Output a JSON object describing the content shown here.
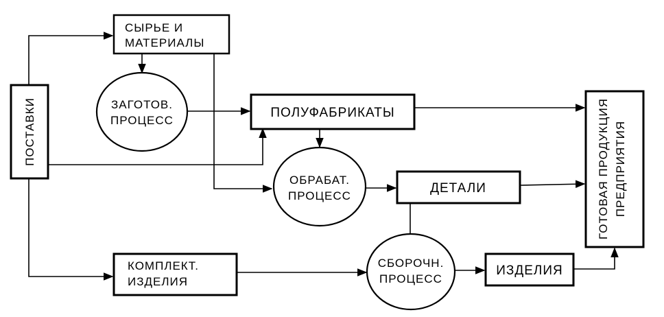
{
  "nodes": {
    "raw": {
      "line1": "СЫРЬЕ И",
      "line2": "МАТЕРИАЛЫ"
    },
    "supplies": {
      "label": "ПОСТАВКИ"
    },
    "blank": {
      "line1": "ЗАГОТОВ.",
      "line2": "ПРОЦЕСС"
    },
    "semi": {
      "label": "ПОЛУФАБРИКАТЫ"
    },
    "machining": {
      "line1": "ОБРАБАТ.",
      "line2": "ПРОЦЕСС"
    },
    "parts": {
      "label": "ДЕТАЛИ"
    },
    "assembly": {
      "line1": "СБОРОЧН.",
      "line2": "ПРОЦЕСС"
    },
    "products": {
      "label": "ИЗДЕЛИЯ"
    },
    "components": {
      "line1": "КОМПЛЕКТ.",
      "line2": "ИЗДЕЛИЯ"
    },
    "finished": {
      "line1": "ГОТОВАЯ ПРОДУКЦИЯ",
      "line2": "ПРЕДПРИЯТИЯ"
    }
  }
}
